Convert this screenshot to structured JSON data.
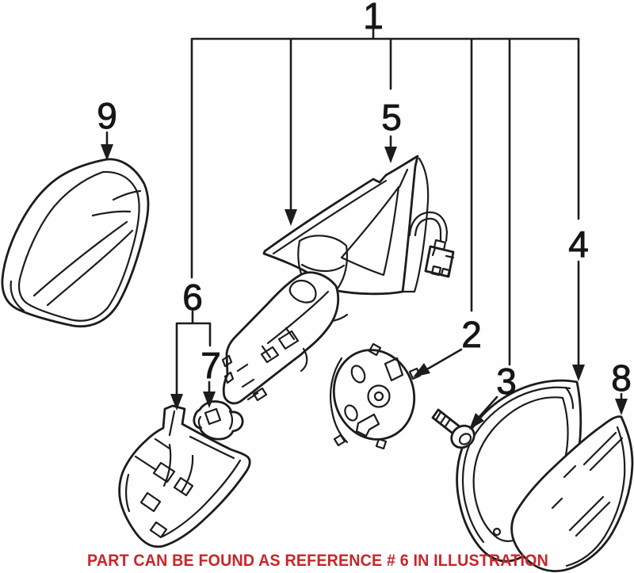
{
  "diagram": {
    "callouts": [
      {
        "id": 1,
        "label": "1"
      },
      {
        "id": 2,
        "label": "2"
      },
      {
        "id": 3,
        "label": "3"
      },
      {
        "id": 4,
        "label": "4"
      },
      {
        "id": 5,
        "label": "5"
      },
      {
        "id": 6,
        "label": "6"
      },
      {
        "id": 7,
        "label": "7"
      },
      {
        "id": 8,
        "label": "8"
      },
      {
        "id": 9,
        "label": "9"
      }
    ],
    "caption": "PART CAN BE FOUND AS REFERENCE # 6 IN ILLUSTRATION",
    "colors": {
      "background": "#fefefe",
      "line": "#1c1c1c",
      "caption_red": "#c9252b"
    }
  }
}
